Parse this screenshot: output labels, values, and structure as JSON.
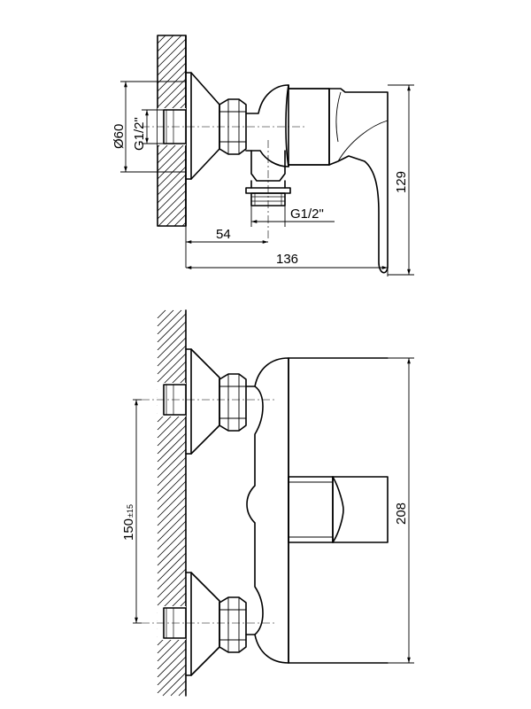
{
  "side_view": {
    "dim_diameter": "Ø60",
    "dim_thread_inlet": "G1/2\"",
    "dim_thread_outlet": "G1/2\"",
    "dim_offset": "54",
    "dim_depth": "136",
    "dim_height": "129"
  },
  "front_view": {
    "dim_centers": "150",
    "dim_centers_tolerance": "±15",
    "dim_height": "208"
  }
}
